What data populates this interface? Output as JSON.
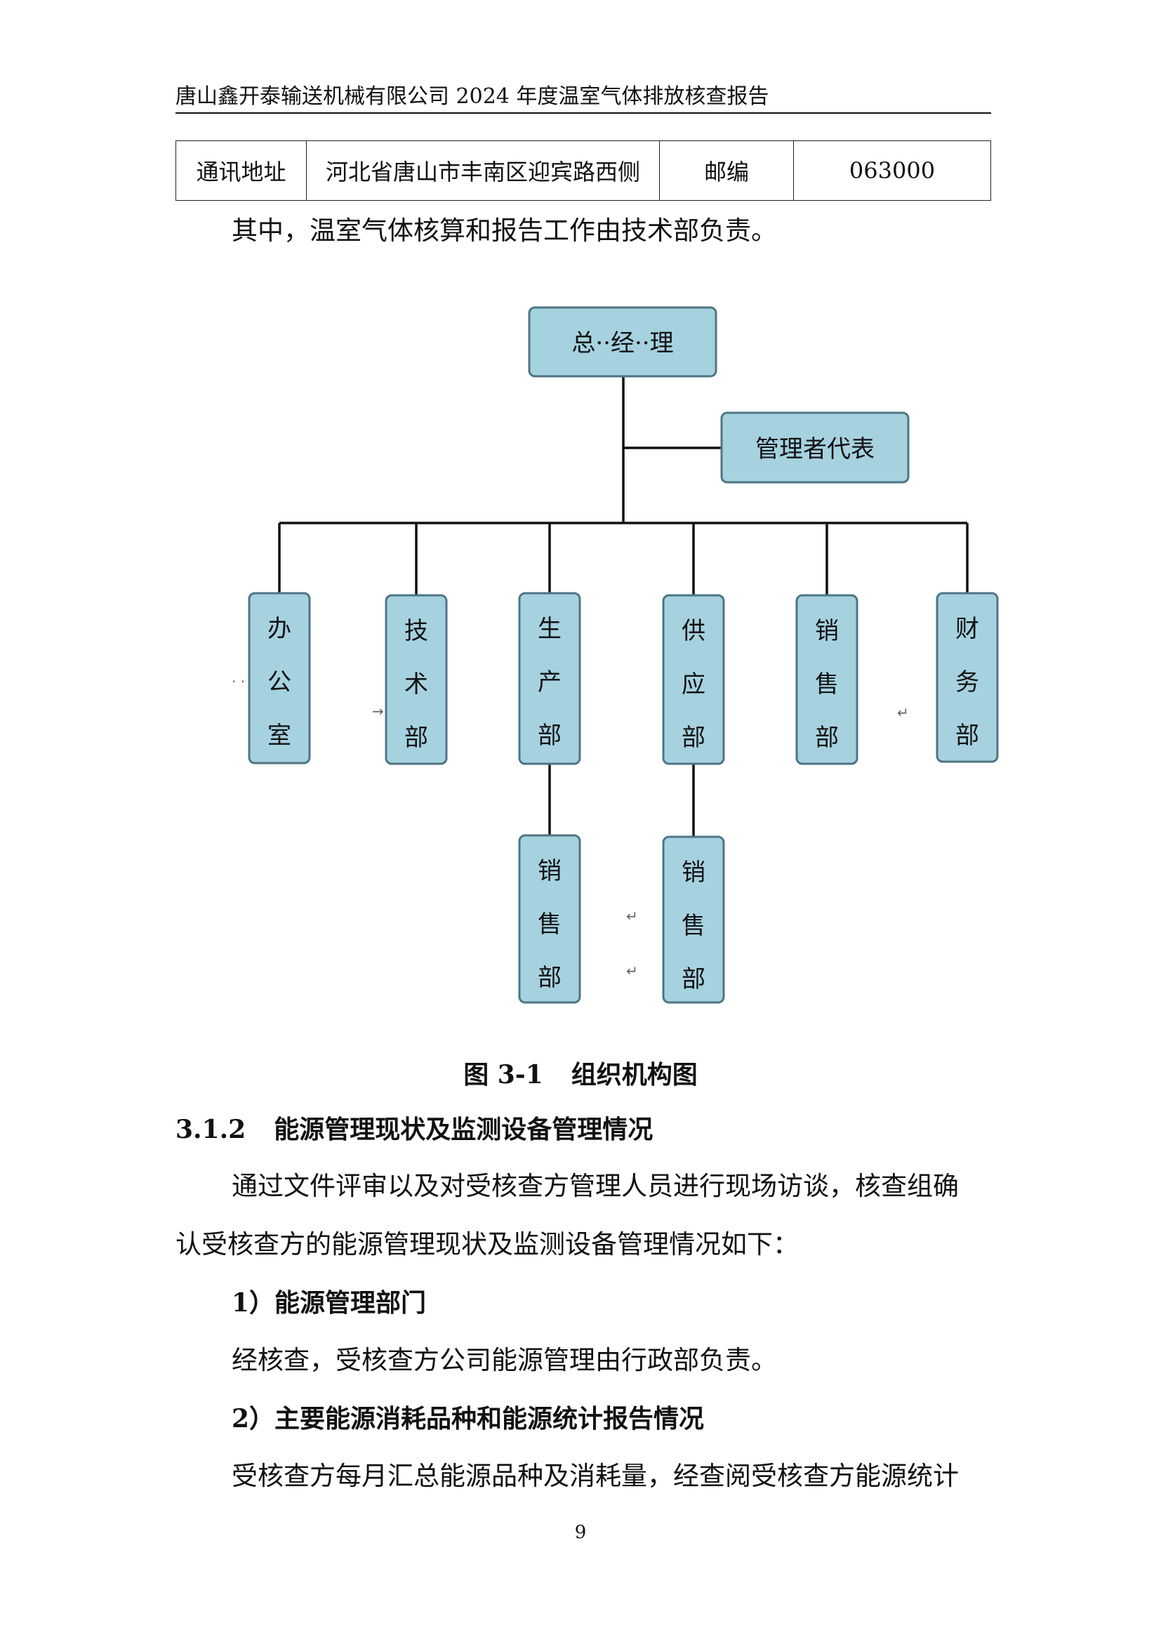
{
  "header": {
    "title": "唐山鑫开泰输送机械有限公司 2024 年度温室气体排放核查报告"
  },
  "info_row": {
    "label1": "通讯地址",
    "value1": "河北省唐山市丰南区迎宾路西侧",
    "label2": "邮编",
    "value2": "063000"
  },
  "intro": "其中，温室气体核算和报告工作由技术部负责。",
  "org_chart": {
    "top": "总··经··理",
    "rep": "管理者代表",
    "departments": [
      "办公室",
      "技术部",
      "生产部",
      "供应部",
      "销售部",
      "财务部"
    ],
    "sub_units": [
      "销售部",
      "销售部"
    ]
  },
  "figure": {
    "label": "图 3-1",
    "title": "组织机构图"
  },
  "section": {
    "number": "3.1.2",
    "title": "能源管理现状及监测设备管理情况"
  },
  "para1_line1": "通过文件评审以及对受核查方管理人员进行现场访谈，核查组确",
  "para1_line2": "认受核查方的能源管理现状及监测设备管理情况如下：",
  "item1": {
    "heading": "1）能源管理部门",
    "text": "经核查，受核查方公司能源管理由行政部负责。"
  },
  "item2": {
    "heading": "2）主要能源消耗品种和能源统计报告情况",
    "text": "受核查方每月汇总能源品种及消耗量，经查阅受核查方能源统计"
  },
  "page_number": "9"
}
